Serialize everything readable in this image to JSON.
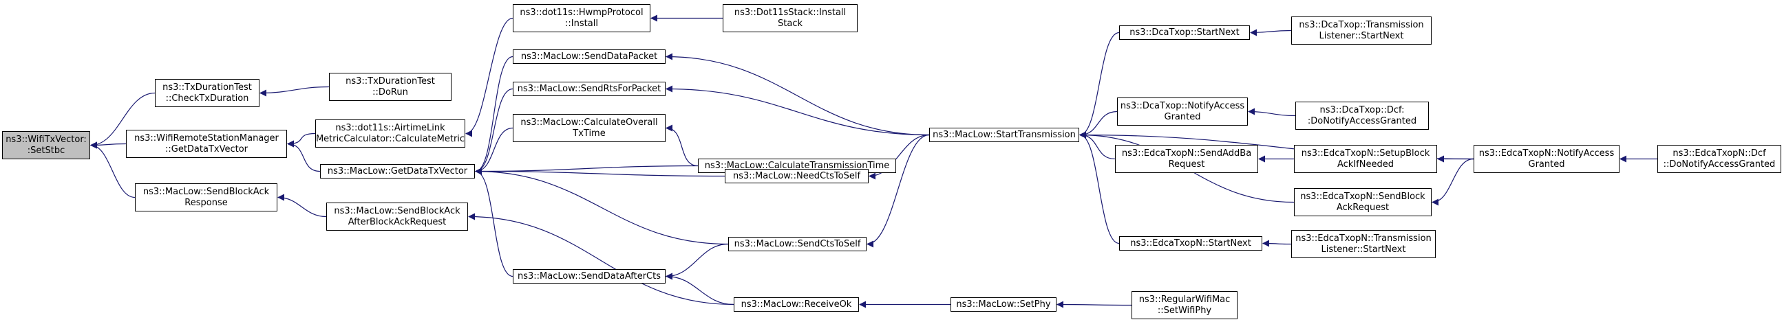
{
  "colors": {
    "edge": "#191970",
    "node_border": "#000000",
    "node_fill": "#ffffff",
    "root_fill": "#bfbfbf"
  },
  "nodes": [
    {
      "id": "root",
      "lines": [
        "ns3::WifiTxVector:",
        ":SetStbc"
      ]
    },
    {
      "id": "txdur_check",
      "lines": [
        "ns3::TxDurationTest",
        "::CheckTxDuration"
      ]
    },
    {
      "id": "remote_get",
      "lines": [
        "ns3::WifiRemoteStationManager",
        "::GetDataTxVector"
      ]
    },
    {
      "id": "sendblockack_resp",
      "lines": [
        "ns3::MacLow::SendBlockAck",
        "Response"
      ]
    },
    {
      "id": "txdur_dorun",
      "lines": [
        "ns3::TxDurationTest",
        "::DoRun"
      ]
    },
    {
      "id": "airtime_calc",
      "lines": [
        "ns3::dot11s::AirtimeLink",
        "MetricCalculator::CalculateMetric"
      ]
    },
    {
      "id": "maclow_getdata",
      "lines": [
        "ns3::MacLow::GetDataTxVector"
      ]
    },
    {
      "id": "sendblockack_after",
      "lines": [
        "ns3::MacLow::SendBlockAck",
        "AfterBlockAckRequest"
      ]
    },
    {
      "id": "hwmp_install",
      "lines": [
        "ns3::dot11s::HwmpProtocol",
        "::Install"
      ]
    },
    {
      "id": "dot11sstack_install",
      "lines": [
        "ns3::Dot11sStack::Install",
        "Stack"
      ]
    },
    {
      "id": "send_datapacket",
      "lines": [
        "ns3::MacLow::SendDataPacket"
      ]
    },
    {
      "id": "send_rts",
      "lines": [
        "ns3::MacLow::SendRtsForPacket"
      ]
    },
    {
      "id": "calc_overall",
      "lines": [
        "ns3::MacLow::CalculateOverall",
        "TxTime"
      ]
    },
    {
      "id": "calc_transmission",
      "lines": [
        "ns3::MacLow::CalculateTransmissionTime"
      ]
    },
    {
      "id": "need_cts",
      "lines": [
        "ns3::MacLow::NeedCtsToSelf"
      ]
    },
    {
      "id": "send_cts",
      "lines": [
        "ns3::MacLow::SendCtsToSelf"
      ]
    },
    {
      "id": "send_dataaftercts",
      "lines": [
        "ns3::MacLow::SendDataAfterCts"
      ]
    },
    {
      "id": "receive_ok",
      "lines": [
        "ns3::MacLow::ReceiveOk"
      ]
    },
    {
      "id": "start_transmission",
      "lines": [
        "ns3::MacLow::StartTransmission"
      ]
    },
    {
      "id": "set_phy",
      "lines": [
        "ns3::MacLow::SetPhy"
      ]
    },
    {
      "id": "regular_setphy",
      "lines": [
        "ns3::RegularWifiMac",
        "::SetWifiPhy"
      ]
    },
    {
      "id": "dca_startnext",
      "lines": [
        "ns3::DcaTxop::StartNext"
      ]
    },
    {
      "id": "dca_listener_startnext",
      "lines": [
        "ns3::DcaTxop::Transmission",
        "Listener::StartNext"
      ]
    },
    {
      "id": "dca_notify",
      "lines": [
        "ns3::DcaTxop::NotifyAccess",
        "Granted"
      ]
    },
    {
      "id": "dca_dcf_notify",
      "lines": [
        "ns3::DcaTxop::Dcf:",
        ":DoNotifyAccessGranted"
      ]
    },
    {
      "id": "edca_sendaddba",
      "lines": [
        "ns3::EdcaTxopN::SendAddBa",
        "Request"
      ]
    },
    {
      "id": "edca_setupblock",
      "lines": [
        "ns3::EdcaTxopN::SetupBlock",
        "AckIfNeeded"
      ]
    },
    {
      "id": "edca_notify",
      "lines": [
        "ns3::EdcaTxopN::NotifyAccess",
        "Granted"
      ]
    },
    {
      "id": "edca_dcf_notify",
      "lines": [
        "ns3::EdcaTxopN::Dcf",
        "::DoNotifyAccessGranted"
      ]
    },
    {
      "id": "edca_sendblockack",
      "lines": [
        "ns3::EdcaTxopN::SendBlock",
        "AckRequest"
      ]
    },
    {
      "id": "edca_startnext",
      "lines": [
        "ns3::EdcaTxopN::StartNext"
      ]
    },
    {
      "id": "edca_listener_startnext",
      "lines": [
        "ns3::EdcaTxopN::Transmission",
        "Listener::StartNext"
      ]
    }
  ],
  "edges": [
    {
      "from": "txdur_check",
      "to": "root"
    },
    {
      "from": "remote_get",
      "to": "root"
    },
    {
      "from": "sendblockack_resp",
      "to": "root"
    },
    {
      "from": "txdur_dorun",
      "to": "txdur_check"
    },
    {
      "from": "airtime_calc",
      "to": "remote_get"
    },
    {
      "from": "maclow_getdata",
      "to": "remote_get"
    },
    {
      "from": "sendblockack_after",
      "to": "sendblockack_resp"
    },
    {
      "from": "hwmp_install",
      "to": "airtime_calc"
    },
    {
      "from": "dot11sstack_install",
      "to": "hwmp_install"
    },
    {
      "from": "send_datapacket",
      "to": "maclow_getdata"
    },
    {
      "from": "send_rts",
      "to": "maclow_getdata"
    },
    {
      "from": "calc_overall",
      "to": "maclow_getdata"
    },
    {
      "from": "calc_transmission",
      "to": "maclow_getdata"
    },
    {
      "from": "need_cts",
      "to": "maclow_getdata"
    },
    {
      "from": "send_cts",
      "to": "maclow_getdata"
    },
    {
      "from": "send_dataaftercts",
      "to": "maclow_getdata"
    },
    {
      "from": "receive_ok",
      "to": "sendblockack_after"
    },
    {
      "from": "start_transmission",
      "to": "send_datapacket"
    },
    {
      "from": "start_transmission",
      "to": "send_rts"
    },
    {
      "from": "calc_transmission",
      "to": "calc_overall"
    },
    {
      "from": "start_transmission",
      "to": "need_cts"
    },
    {
      "from": "start_transmission",
      "to": "send_cts"
    },
    {
      "from": "send_cts",
      "to": "send_dataaftercts"
    },
    {
      "from": "receive_ok",
      "to": "send_dataaftercts"
    },
    {
      "from": "set_phy",
      "to": "receive_ok"
    },
    {
      "from": "regular_setphy",
      "to": "set_phy"
    },
    {
      "from": "dca_startnext",
      "to": "start_transmission"
    },
    {
      "from": "dca_listener_startnext",
      "to": "dca_startnext"
    },
    {
      "from": "dca_notify",
      "to": "start_transmission"
    },
    {
      "from": "dca_dcf_notify",
      "to": "dca_notify"
    },
    {
      "from": "edca_notify",
      "to": "start_transmission"
    },
    {
      "from": "edca_sendaddba",
      "to": "start_transmission"
    },
    {
      "from": "edca_setupblock",
      "to": "edca_sendaddba"
    },
    {
      "from": "edca_notify",
      "to": "edca_setupblock"
    },
    {
      "from": "edca_dcf_notify",
      "to": "edca_notify"
    },
    {
      "from": "edca_sendblockack",
      "to": "start_transmission"
    },
    {
      "from": "edca_notify",
      "to": "edca_sendblockack"
    },
    {
      "from": "edca_startnext",
      "to": "start_transmission"
    },
    {
      "from": "edca_listener_startnext",
      "to": "edca_startnext"
    }
  ]
}
